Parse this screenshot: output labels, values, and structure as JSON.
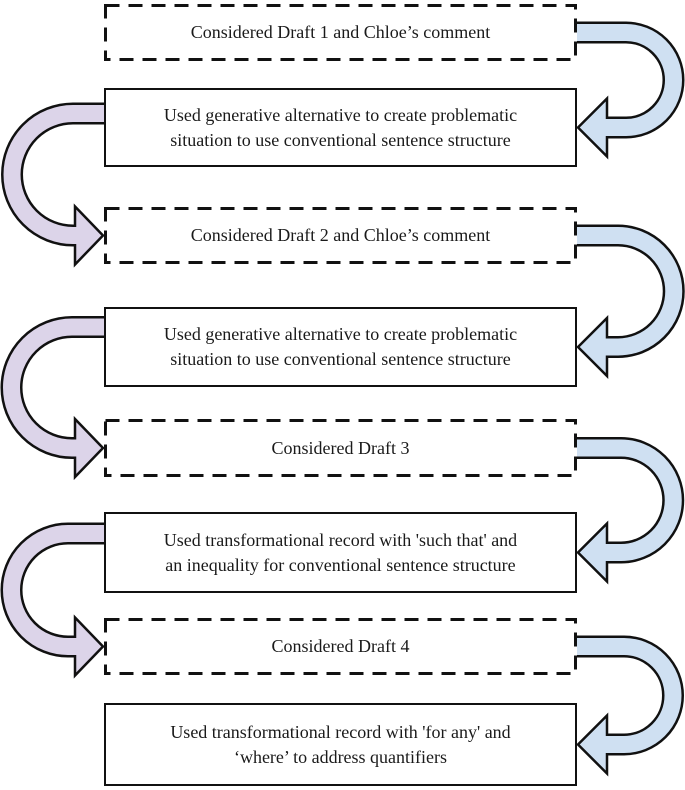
{
  "figure": {
    "description": "Flow diagram of drafting cycle: dashed boxes are draft considerations, solid boxes are revision actions, loop arrows alternate right (blue) and left (purple)",
    "steps": [
      {
        "kind": "draft-consideration",
        "border": "dashed",
        "lines": [
          "Considered Draft 1 and Chloe’s comment"
        ]
      },
      {
        "kind": "revision-action",
        "border": "solid",
        "lines": [
          "Used generative alternative to create problematic",
          "situation to use conventional sentence structure"
        ]
      },
      {
        "kind": "draft-consideration",
        "border": "dashed",
        "lines": [
          "Considered Draft 2 and Chloe’s comment"
        ]
      },
      {
        "kind": "revision-action",
        "border": "solid",
        "lines": [
          "Used generative alternative to create problematic",
          "situation to use conventional sentence structure"
        ]
      },
      {
        "kind": "draft-consideration",
        "border": "dashed",
        "lines": [
          "Considered Draft 3"
        ]
      },
      {
        "kind": "revision-action",
        "border": "solid",
        "lines": [
          "Used transformational record with 'such that' and",
          "an inequality for conventional sentence structure"
        ]
      },
      {
        "kind": "draft-consideration",
        "border": "dashed",
        "lines": [
          "Considered Draft 4"
        ]
      },
      {
        "kind": "revision-action",
        "border": "solid",
        "lines": [
          "Used transformational record with 'for any' and",
          "‘where’ to address quantifiers"
        ]
      }
    ],
    "colors": {
      "right_loop_arrow_fill": "#cfe0f2",
      "left_loop_arrow_fill": "#dcd4e9",
      "arrow_outline": "#111111",
      "box_border": "#111111",
      "text": "#1a1a1a",
      "background": "#ffffff"
    }
  }
}
